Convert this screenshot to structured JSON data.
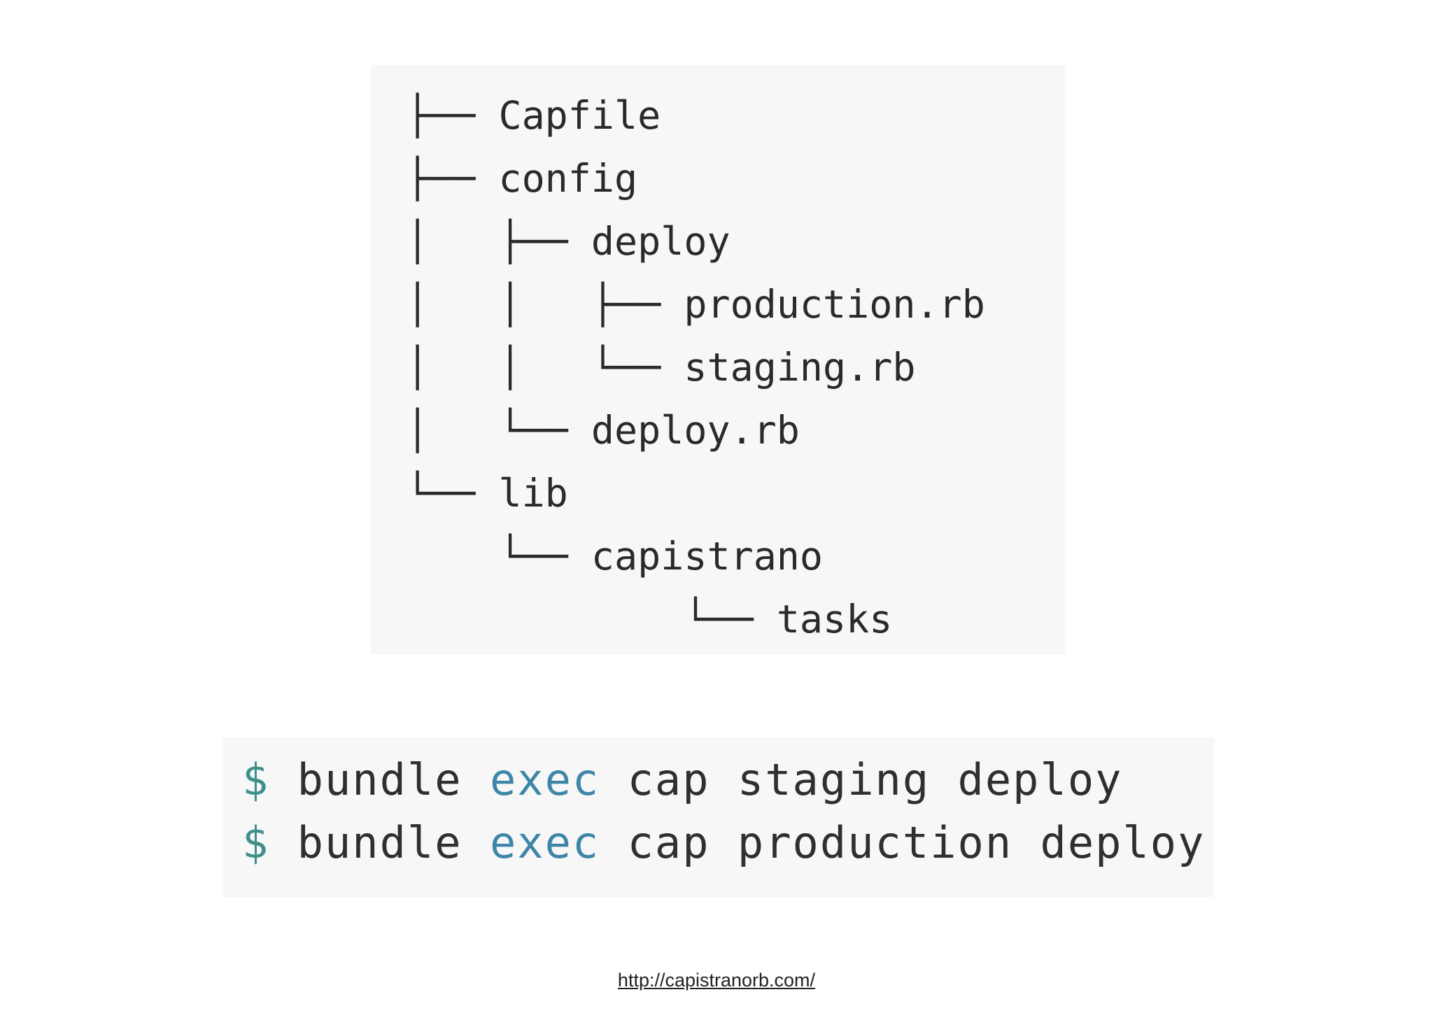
{
  "tree": {
    "lines": [
      {
        "prefix": "├── ",
        "name": "Capfile"
      },
      {
        "prefix": "├── ",
        "name": "config"
      },
      {
        "prefix": "│   ├── ",
        "name": "deploy"
      },
      {
        "prefix": "│   │   ├── ",
        "name": "production.rb"
      },
      {
        "prefix": "│   │   └── ",
        "name": "staging.rb"
      },
      {
        "prefix": "│   └── ",
        "name": "deploy.rb"
      },
      {
        "prefix": "└── ",
        "name": "lib"
      },
      {
        "prefix": "    └── ",
        "name": "capistrano"
      },
      {
        "prefix": "            └── ",
        "name": "tasks"
      }
    ]
  },
  "commands": {
    "lines": [
      {
        "prompt": "$",
        "cmd1": "bundle",
        "kw": "exec",
        "cmd2": "cap staging deploy"
      },
      {
        "prompt": "$",
        "cmd1": "bundle",
        "kw": "exec",
        "cmd2": "cap production deploy"
      }
    ]
  },
  "footer": {
    "link": "http://capistranorb.com/"
  },
  "colors": {
    "prompt": "#3f8f8a",
    "keyword": "#3e86a8",
    "text": "#2f2f2f",
    "block_bg": "#f7f7f8"
  }
}
